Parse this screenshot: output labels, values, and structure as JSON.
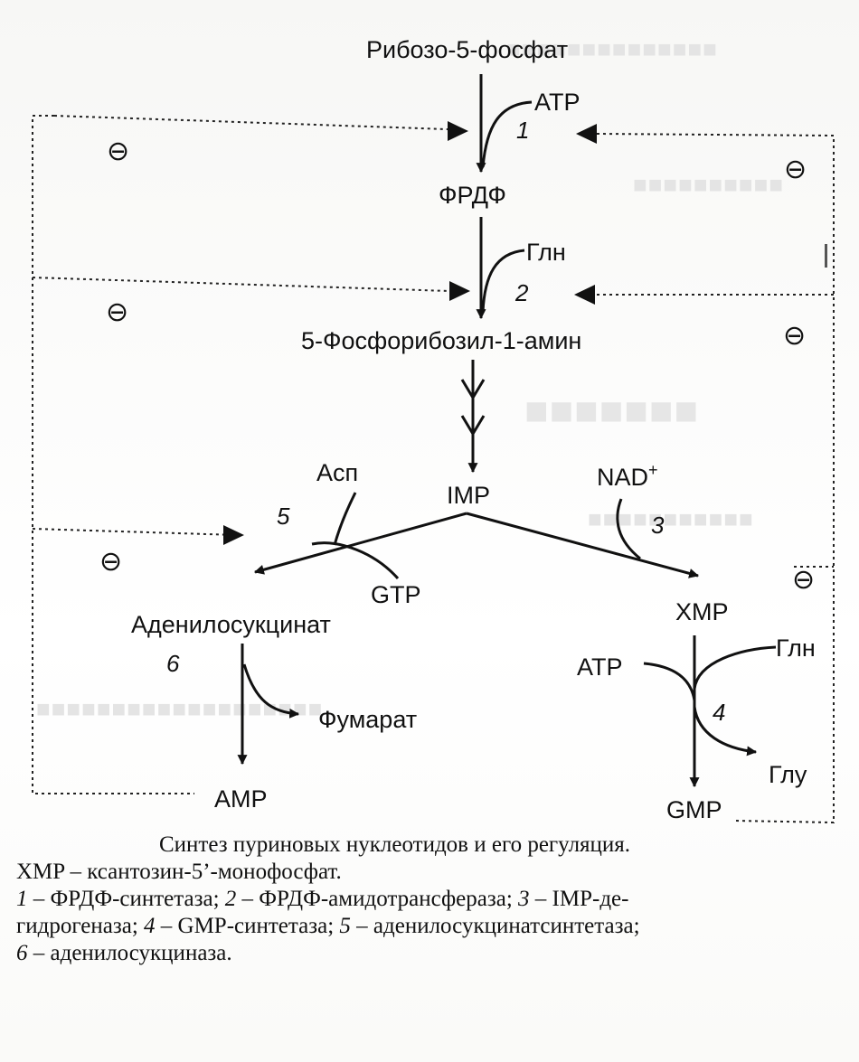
{
  "nodes": {
    "ribose": "Рибозо-5-фосфат",
    "frdf": "ФРДФ",
    "phosphoribosylamine": "5-Фосфорибозил-1-амин",
    "imp": "IMP",
    "adenylosuccinate": "Аденилосукцинат",
    "xmp": "XMP",
    "amp": "AMP",
    "gmp": "GMP",
    "fumarate": "Фумарат"
  },
  "cofactors": {
    "atp_step1": "ATP",
    "gln_step2": "Глн",
    "asp": "Асп",
    "gtp": "GTP",
    "nad": "NAD",
    "nad_sup": "+",
    "atp_step4": "ATP",
    "gln_step4": "Глн",
    "glu": "Глу"
  },
  "steps": [
    "1",
    "2",
    "3",
    "4",
    "5",
    "6"
  ],
  "inhibition_symbol": "⊖",
  "caption": {
    "title": "Синтез пуриновых нуклеотидов и его регуляция.",
    "xmp_def": "XMP – ксантозин-5’-монофосфат.",
    "legend": [
      {
        "num": "1",
        "text": " – ФРДФ-синтетаза; "
      },
      {
        "num": "2",
        "text": " – ФРДФ-амидотрансфераза; "
      },
      {
        "num": "3",
        "text": " – IMP-де-"
      },
      {
        "num": "",
        "text": "гидрогеназа; "
      },
      {
        "num": "4",
        "text": " – GMP-синтетаза; "
      },
      {
        "num": "5",
        "text": " – аденилосукцинатсинтетаза;"
      },
      {
        "num": "6",
        "text": " – аденилосукциназа."
      }
    ]
  }
}
